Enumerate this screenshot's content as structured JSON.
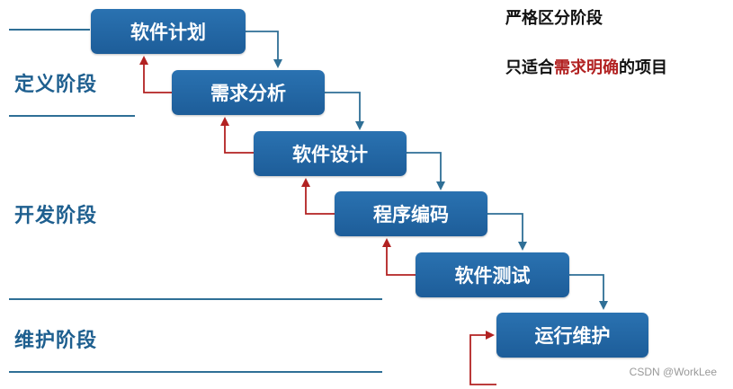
{
  "diagram": {
    "phases": [
      {
        "label": "定义阶段"
      },
      {
        "label": "开发阶段"
      },
      {
        "label": "维护阶段"
      }
    ],
    "steps": [
      {
        "label": "软件计划"
      },
      {
        "label": "需求分析"
      },
      {
        "label": "软件设计"
      },
      {
        "label": "程序编码"
      },
      {
        "label": "软件测试"
      },
      {
        "label": "运行维护"
      }
    ],
    "notes": {
      "line1": "严格区分阶段",
      "line2_before": "只适合",
      "line2_highlight": "需求明确",
      "line2_after": "的项目"
    },
    "colors": {
      "step_fill": "#2367a6",
      "forward_arrow": "#2f6f96",
      "feedback_arrow": "#b22222",
      "phase_text": "#1e5f8f",
      "highlight_text": "#b22222"
    }
  },
  "watermark": "CSDN @WorkLee"
}
